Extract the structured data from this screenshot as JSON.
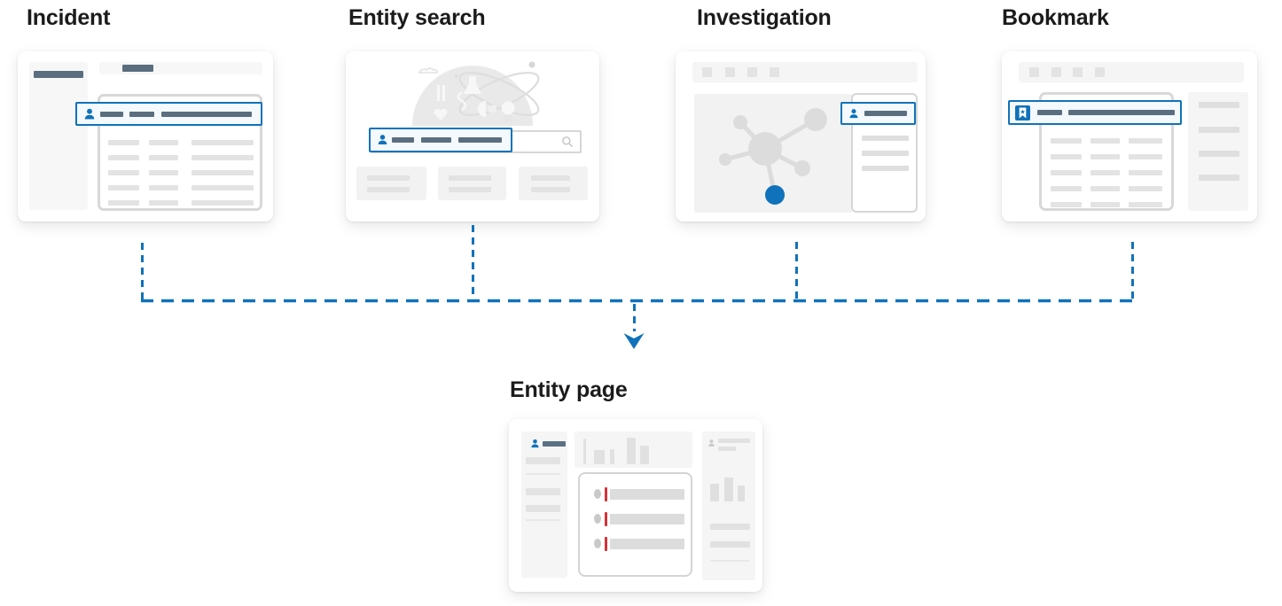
{
  "diagram": {
    "description": "Four entry points funnel into an entity page",
    "source_cards": [
      {
        "id": "incident",
        "label": "Incident"
      },
      {
        "id": "entity-search",
        "label": "Entity search"
      },
      {
        "id": "investigation",
        "label": "Investigation"
      },
      {
        "id": "bookmark",
        "label": "Bookmark"
      }
    ],
    "target_card": {
      "id": "entity-page",
      "label": "Entity page"
    },
    "colors": {
      "accent_blue": "#1072ba",
      "slate_bar": "#5b6e80",
      "alert_red": "#d13438",
      "placeholder_gray": "#e3e3e3",
      "connector_blue": "#1072ba"
    },
    "icons": [
      "person-icon",
      "bookmark-icon",
      "search-icon",
      "arrow-down-icon"
    ]
  }
}
